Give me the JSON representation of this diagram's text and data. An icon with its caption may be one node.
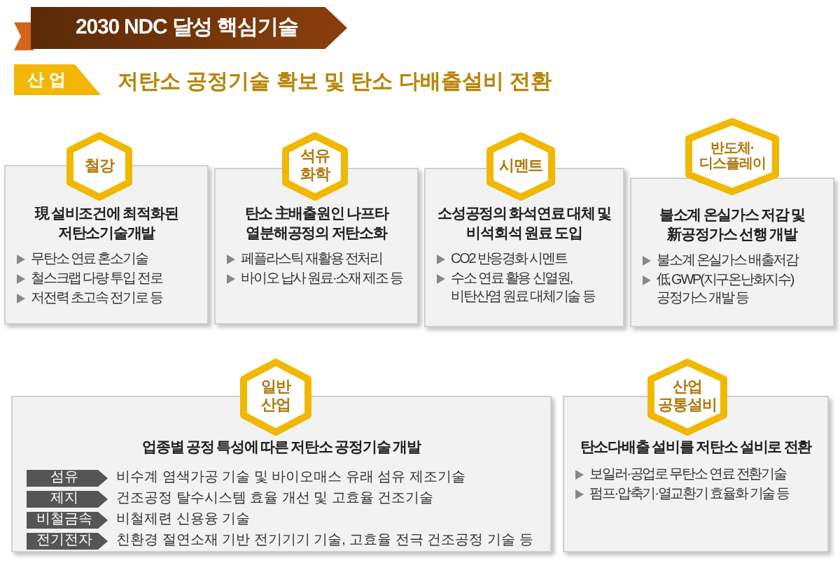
{
  "diagram": {
    "title": "2030 NDC 달성 핵심기술",
    "nodes": [
      {
        "text": [
          "산업"
        ],
        "beside": [
          "저탄소 공정기술 확보 및 탄소 다배출설비 전환"
        ]
      },
      {
        "text": [
          "철강"
        ]
      },
      {
        "text": [
          "現 설비조건에 최적화된 저탄소기술개발",
          "무탄소 연료 혼소기술",
          "철스크랩 다량 투입 전로",
          "저전력 초고속 전기로 등"
        ]
      },
      {
        "text": [
          "석유 화학"
        ]
      },
      {
        "text": [
          "탄소 主배출원인 나프타 열분해공정의 저탄소화",
          "페플라스틱 재활용 전처리",
          "바이오 납사 원료·소재 제조 등"
        ]
      },
      {
        "text": [
          "시멘트"
        ]
      },
      {
        "text": [
          "소성공정의 화석연료 대체 및 비석회석 원료 도입",
          "CO2 반응경화 시멘트",
          "수소 연료 활용 신열원, 비탄산염 원료 대체기술 등"
        ]
      },
      {
        "text": [
          "반도체· 디스플레이"
        ]
      },
      {
        "text": [
          "불소계 온실가스 저감 및 新공정가스 선행 개발",
          "불소계 온실가스 배출저감",
          "低 GWP(지구온난화지수) 공정가스 개발 등"
        ]
      },
      {
        "text": [
          "일반 산업"
        ]
      },
      {
        "text": [
          "업종별 공정 특성에 따른 저탄소 공정기술 개발"
        ]
      },
      {
        "text": [
          "섬유"
        ],
        "in": 10,
        "beside": [
          "비수계 염색가공 기술 및 바이오매스 유래 섬유 제조기술"
        ]
      },
      {
        "text": [
          "제지"
        ],
        "in": 10,
        "beside": [
          "건조공정 탈수시스템 효율 개선 및 고효율 건조기술"
        ]
      },
      {
        "text": [
          "비철금속"
        ],
        "in": 10,
        "beside": [
          "비철제련 신용융 기술"
        ]
      },
      {
        "text": [
          "전기전자"
        ],
        "in": 10,
        "beside": [
          "친환경 절연소재 기반 전기기기 기술, 고효율 전극 건조공정 기술 등"
        ]
      },
      {
        "text": [
          "산업 공통설비"
        ]
      },
      {
        "text": [
          "탄소다배출 설비를 저탄소 설비로 전환",
          "보일러·공업로 무탄소 연료 전환기술",
          "펌프·압축기·열교환기 효율화 기술 등"
        ]
      }
    ]
  }
}
